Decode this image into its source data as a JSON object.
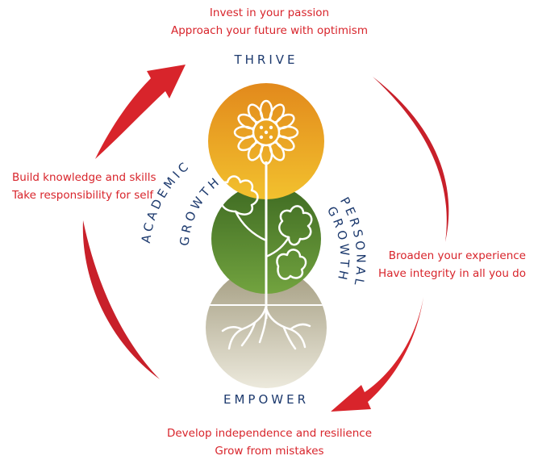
{
  "top": {
    "line1": "Invest in your passion",
    "line2": "Approach your future with optimism"
  },
  "left": {
    "line1": "Build knowledge and skills",
    "line2": "Take responsibility for self"
  },
  "right": {
    "line1": "Broaden your experience",
    "line2": "Have integrity in all you do"
  },
  "bottom": {
    "line1": "Develop independence and resilience",
    "line2": "Grow from mistakes"
  },
  "labels": {
    "thrive": "THRIVE",
    "empower": "EMPOWER",
    "academic": "ACADEMIC",
    "growth": "GROWTH",
    "personal": "PERSONAL",
    "growth2": "GROWTH"
  },
  "colors": {
    "arrow": "#d8242b",
    "label": "#1d3a6e",
    "sun": "#eaa421",
    "leaf": "#4a7a2c",
    "root": "#b8b29a"
  },
  "icons": [
    "sunflower-icon",
    "oak-leaf-icon",
    "roots-icon"
  ]
}
